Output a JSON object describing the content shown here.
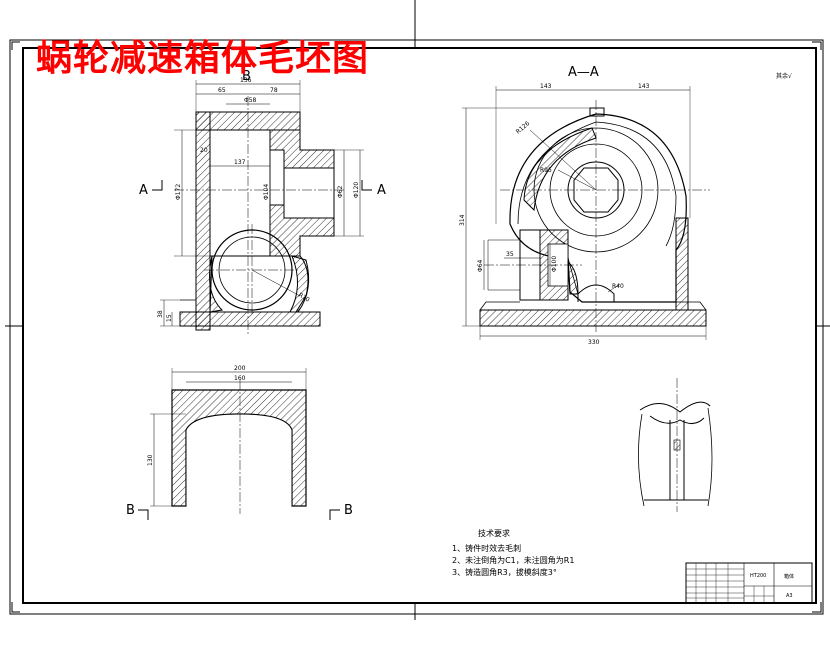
{
  "title": "蜗轮减速箱体毛坯图",
  "section_labels": {
    "view_a_left": "A",
    "view_a_right": "A",
    "section_aa": "A—A",
    "view_b_left": "B",
    "view_b_right": "B",
    "view_b_top": "B"
  },
  "roughness_mark": "其余√",
  "front_view_dims": {
    "overall_width": "136",
    "left_width": "65",
    "right_width": "78",
    "top_bore": "Φ58",
    "bore_depth": "137",
    "height": "Φ172",
    "left_step": "20",
    "bore_dia": "Φ104",
    "boss_dia": "Φ62",
    "outer_dia": "Φ120",
    "radius": "R70",
    "base_height": "38",
    "base_thickness": "15"
  },
  "section_view_dims": {
    "half_width_left": "143",
    "half_width_right": "143",
    "radius_outer": "R126",
    "radius_inner": "R95",
    "total_height": "314",
    "boss_width": "35",
    "boss_outer": "Φ64",
    "boss_inner": "Φ100",
    "foot_radius": "R40",
    "total_length": "330"
  },
  "view_b_dims": {
    "outer_width": "200",
    "inner_width": "160",
    "height": "130"
  },
  "notes": {
    "heading": "技术要求",
    "items": [
      "1、铸件时效去毛刺",
      "2、未注倒角为C1，未注圆角为R1",
      "3、铸造圆角R3，拔模斜度3°"
    ]
  },
  "title_block": {
    "material": "HT200",
    "part": "箱体",
    "sheet": "A3"
  }
}
